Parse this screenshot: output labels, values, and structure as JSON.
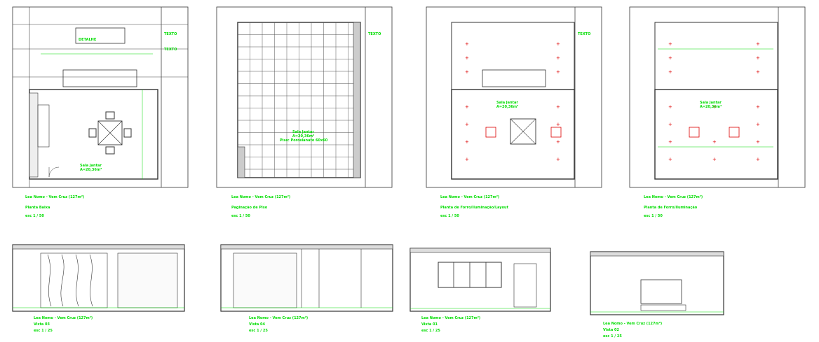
{
  "sheet": {
    "plans": [
      {
        "title": "Lea Nomo - Vem Cruz (127m²)",
        "subtitle": "Planta Baixa",
        "scale": "esc 1 / 50"
      },
      {
        "title": "Lea Nomo - Vem Cruz (127m²)",
        "subtitle": "Paginação de Piso",
        "scale": "esc 1 / 50"
      },
      {
        "title": "Lea Nomo - Vem Cruz (127m²)",
        "subtitle": "Planta de Forro/Iluminação/Layout",
        "scale": "esc 1 / 50"
      },
      {
        "title": "Lea Nomo - Vem Cruz (127m²)",
        "subtitle": "Planta de Forro/Iluminação",
        "scale": "esc 1 / 50"
      }
    ],
    "elevations": [
      {
        "title": "Lea Nomo - Vem Cruz (127m²)",
        "subtitle": "Vista 03",
        "scale": "esc 1 / 25"
      },
      {
        "title": "Lea Nomo - Vem Cruz (127m²)",
        "subtitle": "Vista 04",
        "scale": "esc 1 / 25"
      },
      {
        "title": "Lea Nomo - Vem Cruz (127m²)",
        "subtitle": "Vista 01",
        "scale": "esc 1 / 25"
      },
      {
        "title": "Lea Nomo - Vem Cruz (127m²)",
        "subtitle": "Vista 02",
        "scale": "esc 1 / 25"
      }
    ],
    "room_label": "Sala Jantar",
    "room_area": "A=20,36m²",
    "floor_note": "Piso: Porcelanato 60x60",
    "colors": {
      "line": "#333333",
      "label": "#00dd00",
      "light": "#dd0000",
      "bg": "#ffffff"
    }
  }
}
